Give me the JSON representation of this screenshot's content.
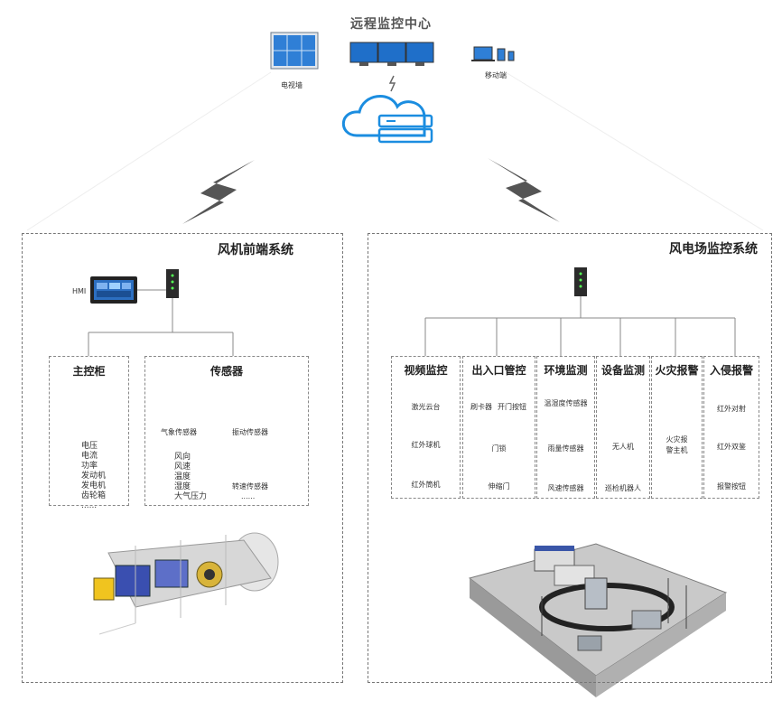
{
  "top": {
    "title": "远程监控中心",
    "video_wall": "电视墙",
    "mobile": "移动端"
  },
  "left": {
    "title": "风机前端系统",
    "hmi": "HMI",
    "main_cabinet": {
      "title": "主控柜",
      "items": [
        "电压",
        "电流",
        "功率",
        "发动机",
        "发电机",
        "齿轮箱",
        "......"
      ]
    },
    "sensors": {
      "title": "传感器",
      "weather": "气象传感器",
      "vibration": "振动传感器",
      "params": [
        "风向",
        "风速",
        "温度",
        "湿度",
        "大气压力"
      ],
      "speed": "转速传感器",
      "more": "......"
    }
  },
  "right": {
    "title": "风电场监控系统",
    "groups": [
      {
        "title": "视频监控",
        "items": [
          "激光云台",
          "红外球机",
          "红外筒机"
        ]
      },
      {
        "title": "出入口管控",
        "items": [
          "刷卡器",
          "开门按钮",
          "门锁",
          "伸缩门"
        ]
      },
      {
        "title": "环境监测",
        "items": [
          "温湿度传感器",
          "雨量传感器",
          "风速传感器"
        ]
      },
      {
        "title": "设备监测",
        "items": [
          "无人机",
          "巡检机器人"
        ]
      },
      {
        "title": "火灾报警",
        "items": [
          "火灾报",
          "警主机"
        ]
      },
      {
        "title": "入侵报警",
        "items": [
          "红外对射",
          "红外双鉴",
          "报警按钮"
        ]
      }
    ]
  }
}
